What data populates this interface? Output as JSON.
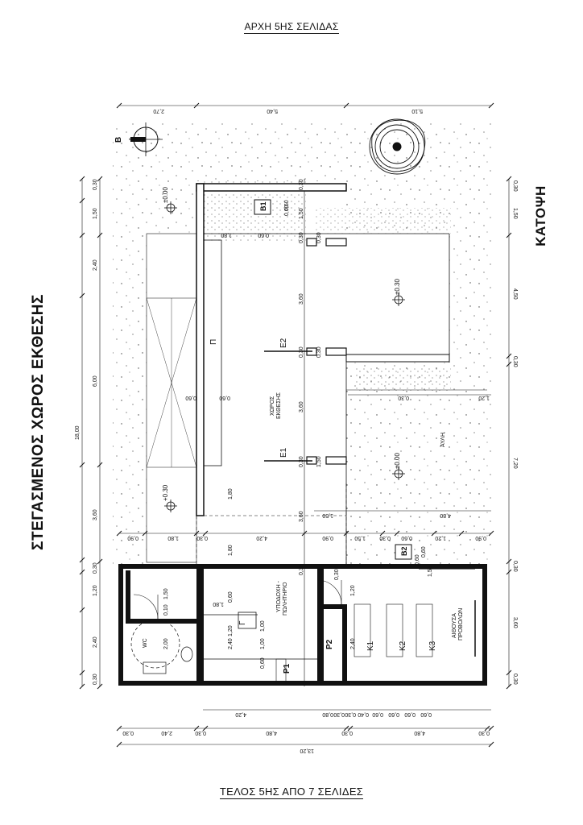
{
  "header": {
    "top": "ΑΡΧΗ 5ΗΣ ΣΕΛΙΔΑΣ",
    "bottom": "ΤΕΛΟΣ 5ΗΣ ΑΠΟ 7 ΣΕΛΙΔΕΣ"
  },
  "titles": {
    "left": "ΣΤΕΓΑΣΜΕΝΟΣ ΧΩΡΟΣ ΕΚΘΕΣΗΣ",
    "right": "ΚΑΤΟΨΗ"
  },
  "north": "B",
  "rooms": {
    "exhibition_line1": "ΧΩΡΟΣ",
    "exhibition_line2": "ΕΚΘΕΣΗΣ",
    "reception_line1": "ΥΠΟΔΟΧΗ -",
    "reception_line2": "ΠΩΛΗΤΗΡΙΟ",
    "yard": "ΑΥΛΗ",
    "projection_line1": "ΑΙΘΟΥΣΑ",
    "projection_line2": "ΠΡΟΒΟΛΩΝ",
    "wc": "WC"
  },
  "elements": {
    "b1": "B1",
    "b2": "B2",
    "p1": "P1",
    "p2": "P2",
    "e1": "E1",
    "e2": "E2",
    "g": "Γ",
    "pi": "Π",
    "k1": "K1",
    "k2": "K2",
    "k3": "K3"
  },
  "levels": {
    "l1": "±0.00",
    "l2": "±0.30",
    "l3": "+0.30",
    "l4": "±0.00"
  },
  "dims": {
    "top": [
      "2,70",
      "5,40",
      "5,10"
    ],
    "left": [
      "0,30",
      "1,50",
      "2,40",
      "6,00",
      "3,60",
      "0,30",
      "1,20",
      "2,40",
      "0,30"
    ],
    "left_total": "18,00",
    "right": [
      "0,30",
      "1,50",
      "4,50",
      "0,30",
      "7,20",
      "0,30",
      "3,60",
      "0,30"
    ],
    "inner_v": [
      "0,30",
      "1,50",
      "0,30",
      "3,60",
      "0,30",
      "3,60",
      "0,30",
      "3,60",
      "0,30"
    ],
    "row1": [
      "0,90",
      "1,80",
      "0,30",
      "4,20",
      "0,90",
      "1,50",
      "0,30",
      "0,60",
      "1,20",
      "0,90"
    ],
    "mid": [
      "1,80",
      "0,60",
      "0,60",
      "1,50",
      "0,60",
      "1,80",
      "1,80",
      "0,30",
      "1,50",
      "1,20",
      "4,80",
      "0,30",
      "0,60",
      "1,00",
      "0,60",
      "0,60",
      "2,40",
      "2,00",
      "0,10",
      "1,50",
      "1,20",
      "1,80",
      "0,60",
      "2,40",
      "1,20"
    ],
    "bottom1": [
      "4,20",
      "0,80",
      "0,30",
      "0,30",
      "0,40",
      "0,60",
      "0,60",
      "0,60",
      "0,60"
    ],
    "bottom2": [
      "0,30",
      "2,40",
      "0,30",
      "4,80",
      "0,30",
      "4,80",
      "0,30"
    ],
    "bottom_total": "13,20",
    "spare": [
      "0,60",
      "0,30",
      "0,30"
    ]
  }
}
